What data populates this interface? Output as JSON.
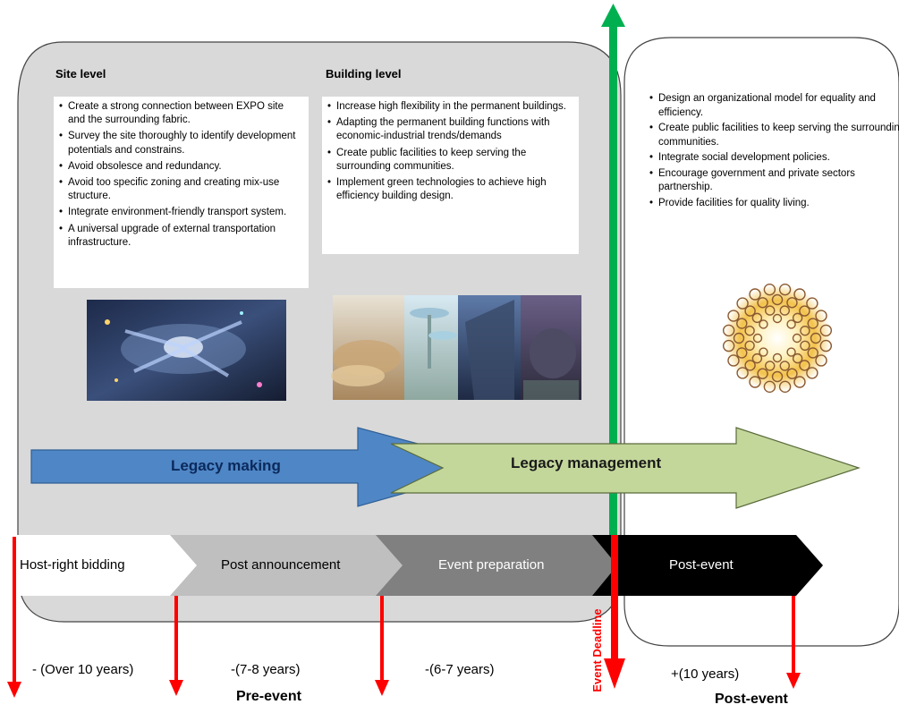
{
  "site_level": {
    "heading": "Site level",
    "items": [
      "Create a strong connection  between  EXPO site and the surrounding fabric.",
      "Survey the site thoroughly to identify development potentials  and constrains.",
      "Avoid obsolesce and redundancy.",
      "Avoid too specific zoning and creating mix-use structure.",
      "Integrate environment-friendly  transport system.",
      "A universal upgrade of external transportation infrastructure."
    ]
  },
  "building_level": {
    "heading": "Building level",
    "items": [
      "Increase high flexibility  in the permanent buildings.",
      "Adapting the permanent building functions with economic-industrial trends/demands",
      "Create public facilities  to keep serving the surrounding communities.",
      "Implement green technologies  to achieve high efficiency building  design."
    ]
  },
  "post_event_panel": {
    "items": [
      "Design an organizational model for equality and efficiency.",
      "Create public facilities  to keep serving the surrounding communities.",
      "Integrate social development  policies.",
      "Encourage government and private sectors partnership.",
      "Provide facilities  for quality  living."
    ]
  },
  "arrows": {
    "legacy_making": "Legacy making",
    "legacy_management": "Legacy management"
  },
  "phases": [
    "Host-right bidding",
    "Post announcement",
    "Event preparation",
    "Post-event"
  ],
  "timeline": {
    "over_10": "- (Over 10 years)",
    "seven_eight": "-(7-8 years)",
    "six_seven": "-(6-7 years)",
    "plus_10": "+(10 years)",
    "pre_event": "Pre-event",
    "post_event": "Post-event",
    "deadline": "Event Deadline"
  },
  "colors": {
    "gray_panel": "#d9d9d9",
    "blue_arrow": "#4f86c6",
    "green_arrow": "#c4d79b",
    "deadline_green": "#00b050",
    "red": "#ff0000",
    "phase_1": "#ffffff",
    "phase_2": "#bfbfbf",
    "phase_3": "#808080",
    "phase_4": "#000000"
  }
}
